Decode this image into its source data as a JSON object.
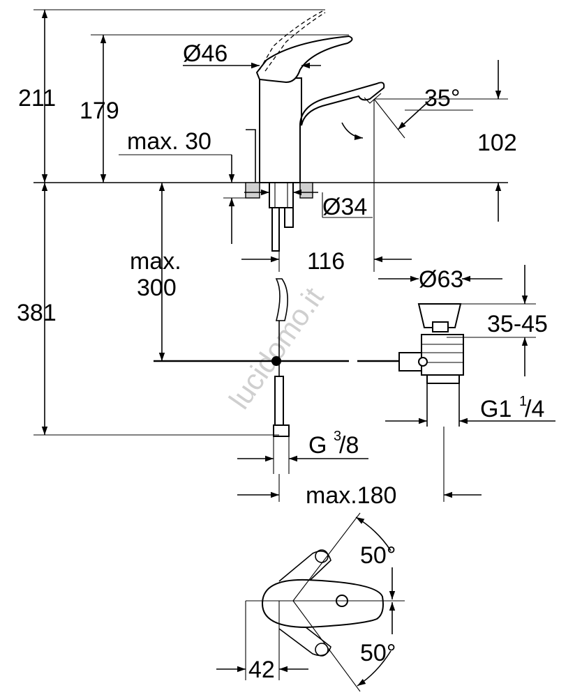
{
  "dimensions": {
    "total_height": "211",
    "spout_height": "179",
    "lever_diameter": "Ø46",
    "deck_thickness": "max. 30",
    "spout_angle": "35°",
    "spout_reach_height": "102",
    "base_diameter": "Ø34",
    "spout_projection": "116",
    "below_deck_length": "381",
    "below_deck_max_line1": "max.",
    "below_deck_max_line2": "300",
    "waste_diameter": "Ø63",
    "waste_range": "35-45",
    "waste_thread_main": "G1",
    "waste_thread_num": "1",
    "waste_thread_den": "/4",
    "supply_thread_main": "G",
    "supply_thread_num": "3",
    "supply_thread_den": "/8",
    "max_spread": "max.180",
    "lever_swing_top": "50°",
    "lever_swing_bottom": "50°",
    "lever_offset": "42"
  },
  "watermark": "lucidomo.it"
}
